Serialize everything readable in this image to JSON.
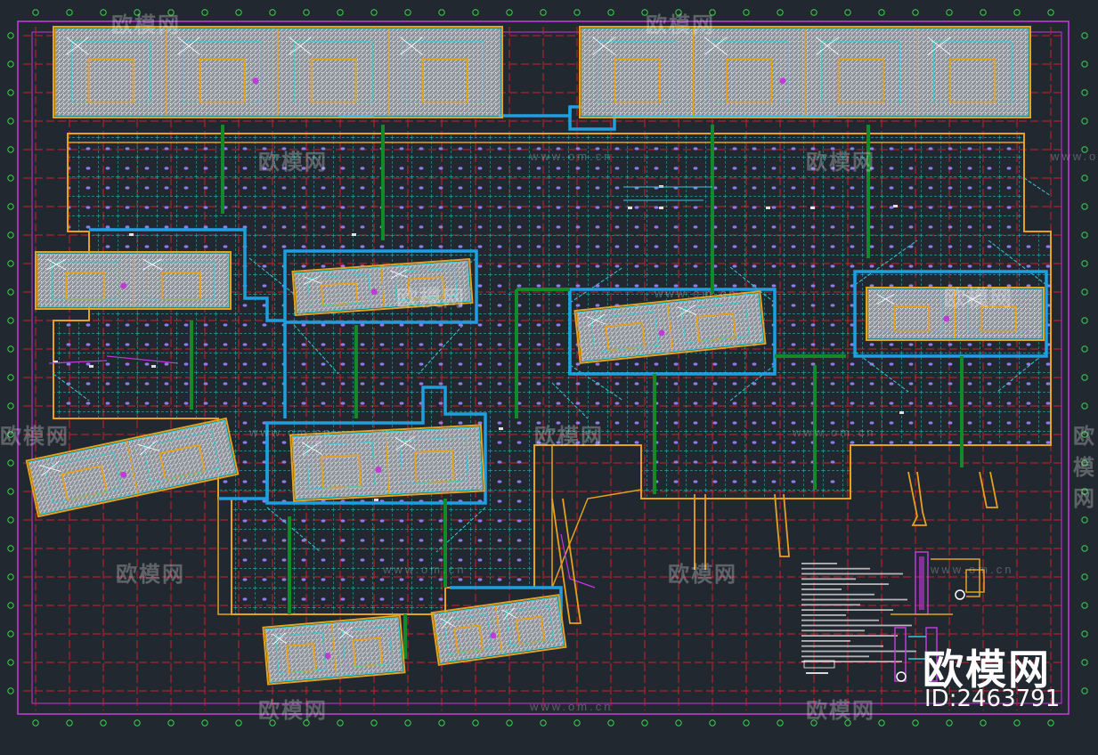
{
  "drawing": {
    "colors": {
      "background": "#212830",
      "grid_red": "#d0202a",
      "cyan": "#38c9d6",
      "blue_wall": "#1e9fe0",
      "orange": "#e6a11f",
      "green": "#138a2a",
      "magenta": "#c03ad8",
      "hatch": "#b8bcc4"
    }
  },
  "watermark": {
    "brand": "欧模网",
    "url": "www.om.cn",
    "id_label": "ID:2463791"
  }
}
